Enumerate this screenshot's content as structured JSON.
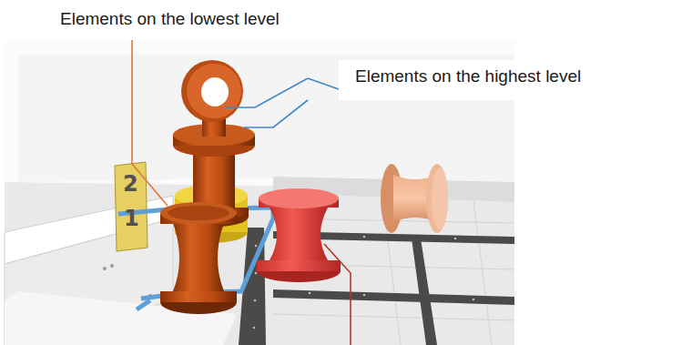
{
  "diagram": {
    "labels": [
      "Elements on the lowest level",
      "Elements on the highest level",
      "2",
      "1"
    ]
  }
}
